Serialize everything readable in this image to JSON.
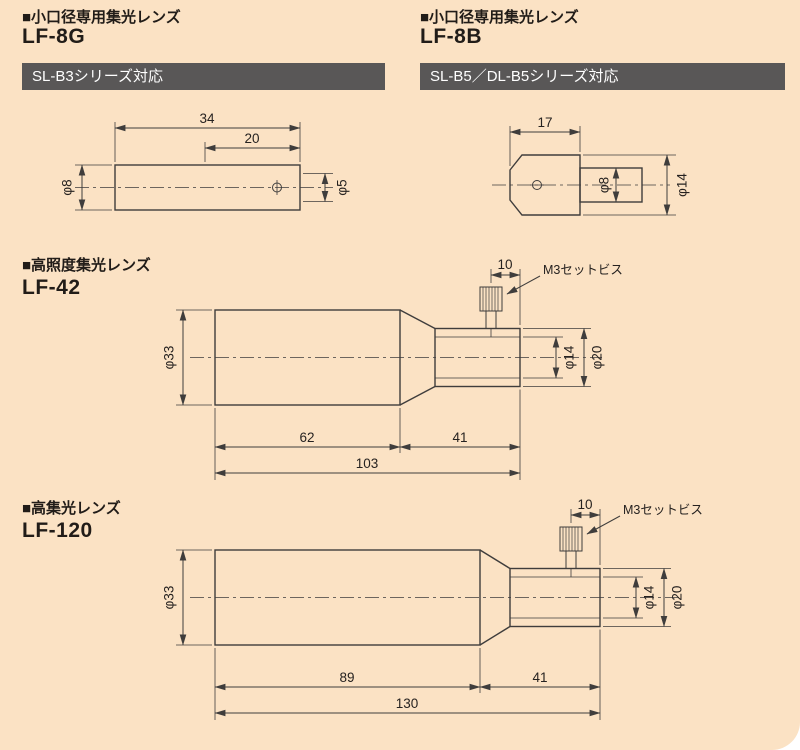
{
  "page": {
    "background_color": "#FBE2C4",
    "banner_color": "#595757"
  },
  "sections": {
    "lf8g": {
      "category": "■小口径専用集光レンズ",
      "model": "LF-8G",
      "banner": "SL-B3シリーズ対応",
      "dims": {
        "total_length": "34",
        "step_length": "20",
        "body_dia": "φ8",
        "tip_dia": "φ5"
      }
    },
    "lf8b": {
      "category": "■小口径専用集光レンズ",
      "model": "LF-8B",
      "banner": "SL-B5／DL-B5シリーズ対応",
      "dims": {
        "body_length": "17",
        "tube_dia": "φ8",
        "body_dia": "φ14"
      }
    },
    "lf42": {
      "category": "■高照度集光レンズ",
      "model": "LF-42",
      "dims": {
        "screw_offset": "10",
        "screw_label": "M3セットビス",
        "main_dia": "φ33",
        "inner_dia": "φ14",
        "holder_dia": "φ20",
        "main_length": "62",
        "holder_length": "41",
        "total_length": "103"
      }
    },
    "lf120": {
      "category": "■高集光レンズ",
      "model": "LF-120",
      "dims": {
        "screw_offset": "10",
        "screw_label": "M3セットビス",
        "main_dia": "φ33",
        "inner_dia": "φ14",
        "holder_dia": "φ20",
        "main_length": "89",
        "holder_length": "41",
        "total_length": "130"
      }
    }
  }
}
